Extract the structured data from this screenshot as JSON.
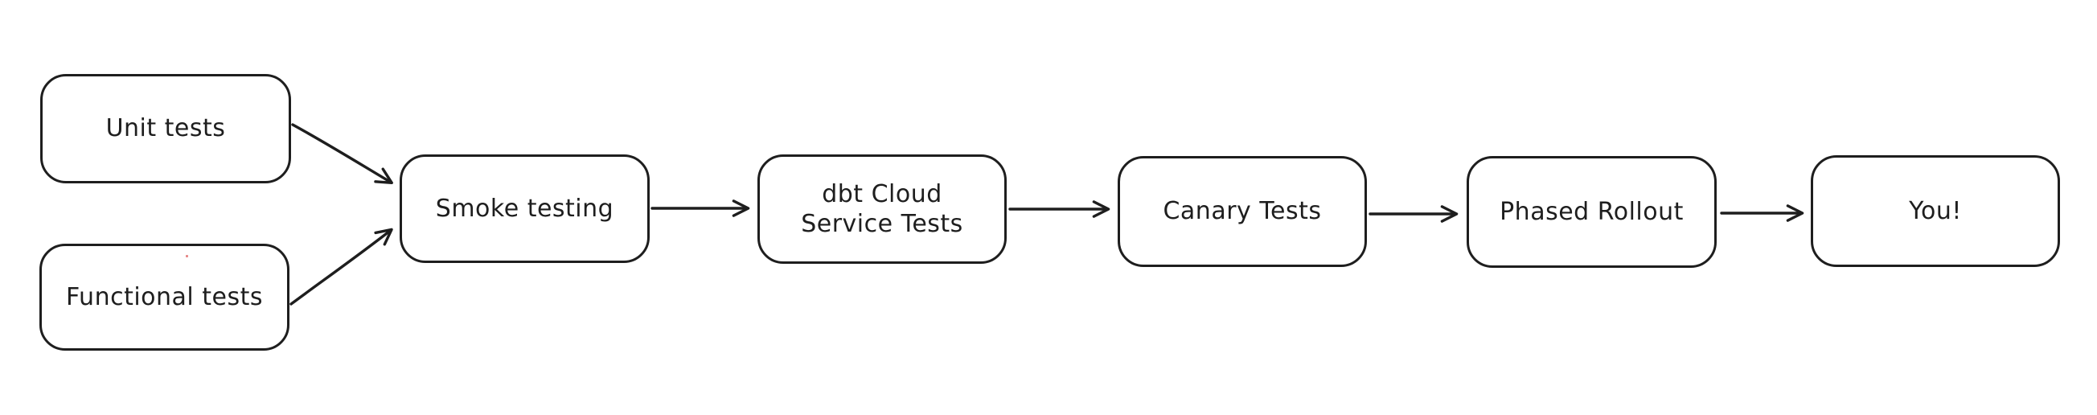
{
  "diagram": {
    "title": "Release testing pipeline flowchart",
    "style": "excalidraw-hand-drawn",
    "colors": {
      "stroke": "#1e1e1e",
      "background": "#ffffff",
      "artifact_dot": "#e06666"
    },
    "nodes": [
      {
        "id": "unit-tests",
        "label": "Unit tests"
      },
      {
        "id": "functional-tests",
        "label": "Functional tests"
      },
      {
        "id": "smoke-testing",
        "label": "Smoke testing"
      },
      {
        "id": "dbt-cloud-service-tests",
        "label": "dbt Cloud Service Tests",
        "line1": "dbt Cloud",
        "line2": "Service Tests"
      },
      {
        "id": "canary-tests",
        "label": "Canary Tests"
      },
      {
        "id": "phased-rollout",
        "label": "Phased Rollout"
      },
      {
        "id": "you",
        "label": "You!"
      }
    ],
    "edges": [
      {
        "from": "unit-tests",
        "to": "smoke-testing"
      },
      {
        "from": "functional-tests",
        "to": "smoke-testing"
      },
      {
        "from": "smoke-testing",
        "to": "dbt-cloud-service-tests"
      },
      {
        "from": "dbt-cloud-service-tests",
        "to": "canary-tests"
      },
      {
        "from": "canary-tests",
        "to": "phased-rollout"
      },
      {
        "from": "phased-rollout",
        "to": "you"
      }
    ]
  }
}
